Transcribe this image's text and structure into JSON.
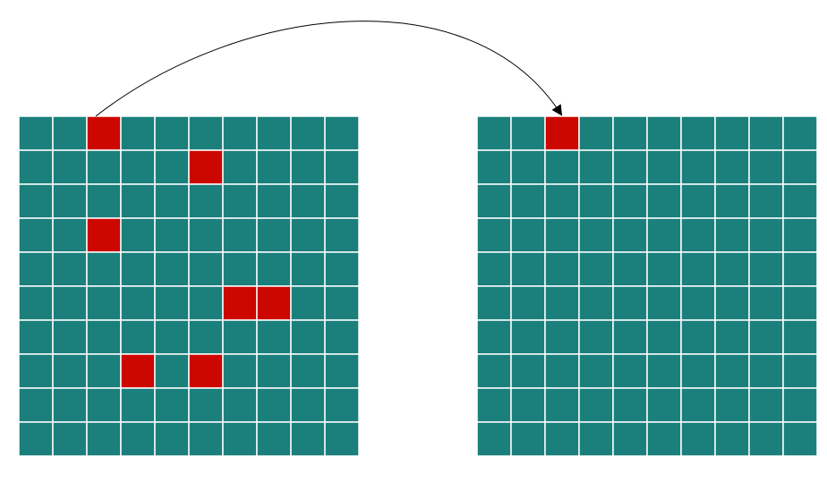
{
  "colors": {
    "cell": "#1b7f7c",
    "highlight": "#cc0700",
    "gridline": "#ffffff",
    "arrow": "#000000",
    "background": "#ffffff"
  },
  "grids": [
    {
      "id": "source-grid",
      "rows": 10,
      "cols": 10,
      "highlighted": [
        [
          0,
          2
        ],
        [
          1,
          5
        ],
        [
          3,
          2
        ],
        [
          5,
          6
        ],
        [
          5,
          7
        ],
        [
          7,
          3
        ],
        [
          7,
          5
        ]
      ]
    },
    {
      "id": "target-grid",
      "rows": 10,
      "cols": 10,
      "highlighted": [
        [
          0,
          2
        ]
      ]
    }
  ],
  "arrow": {
    "from": {
      "grid": "source-grid",
      "cell": [
        0,
        2
      ]
    },
    "to": {
      "grid": "target-grid",
      "cell": [
        0,
        2
      ]
    }
  }
}
